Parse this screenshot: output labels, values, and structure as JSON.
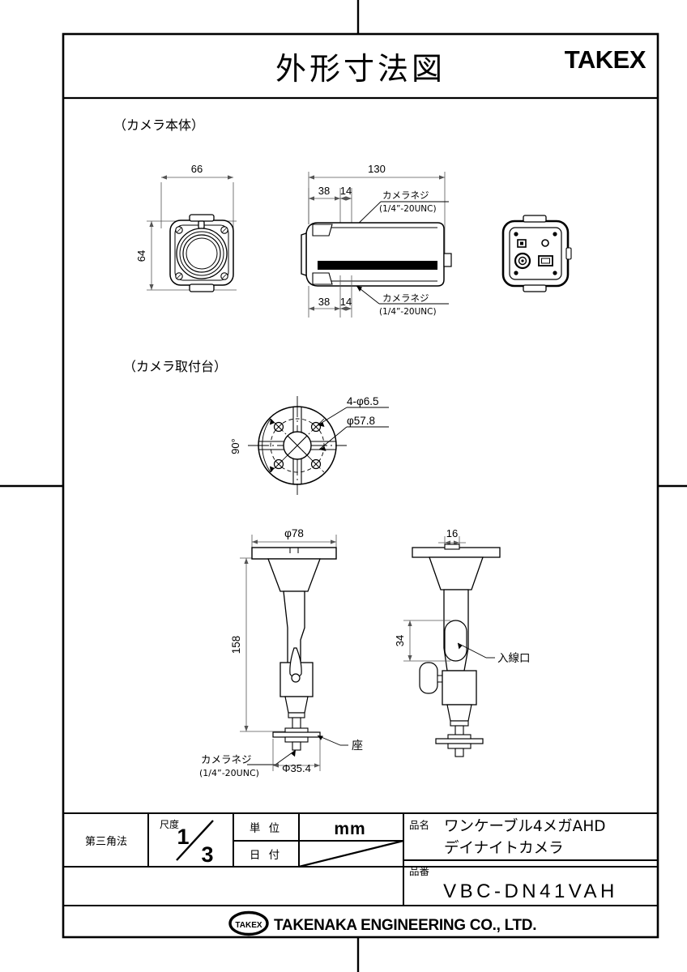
{
  "drawing": {
    "title": "外形寸法図",
    "brand_logo": "TAKEX",
    "sections": [
      {
        "id": "camera-body",
        "label": "（カメラ本体）"
      },
      {
        "id": "camera-mount",
        "label": "（カメラ取付台）"
      }
    ]
  },
  "camera_body": {
    "front_view": {
      "width_dim": "66",
      "height_dim": "64"
    },
    "side_view": {
      "overall_dim": "130",
      "top_dim_a": "38",
      "top_dim_b": "14",
      "bottom_dim_a": "38",
      "bottom_dim_b": "14",
      "top_note_line1": "カメラネジ",
      "top_note_line2": "(1/4”-20UNC)",
      "bottom_note_line1": "カメラネジ",
      "bottom_note_line2": "(1/4”-20UNC)"
    }
  },
  "camera_mount": {
    "plan_view": {
      "hole_note": "4-φ6.5",
      "bolt_circle": "φ57.8",
      "angle": "90°"
    },
    "front_elevation": {
      "plate_dia": "φ78",
      "height": "158",
      "base_dia": "Φ35.4",
      "seat_note": "座",
      "screw_note_line1": "カメラネジ",
      "screw_note_line2": "(1/4”-20UNC)"
    },
    "side_elevation": {
      "neck_width": "16",
      "slot_height": "34",
      "wire_entry_note": "入線口"
    }
  },
  "title_block": {
    "projection_label": "第三角法",
    "scale_label": "尺度",
    "scale_numerator": "1",
    "scale_denominator": "3",
    "unit_label": "単 位",
    "unit_value": "mm",
    "date_label": "日 付",
    "date_value": "",
    "product_name_label": "品名",
    "product_name_line1": "ワンケーブル4メガAHD",
    "product_name_line2": "デイナイトカメラ",
    "part_number_label": "品番",
    "part_number_value": "VBC-DN41VAH",
    "company_logo": "TAKEX",
    "company_name": "TAKENAKA ENGINEERING CO., LTD."
  }
}
